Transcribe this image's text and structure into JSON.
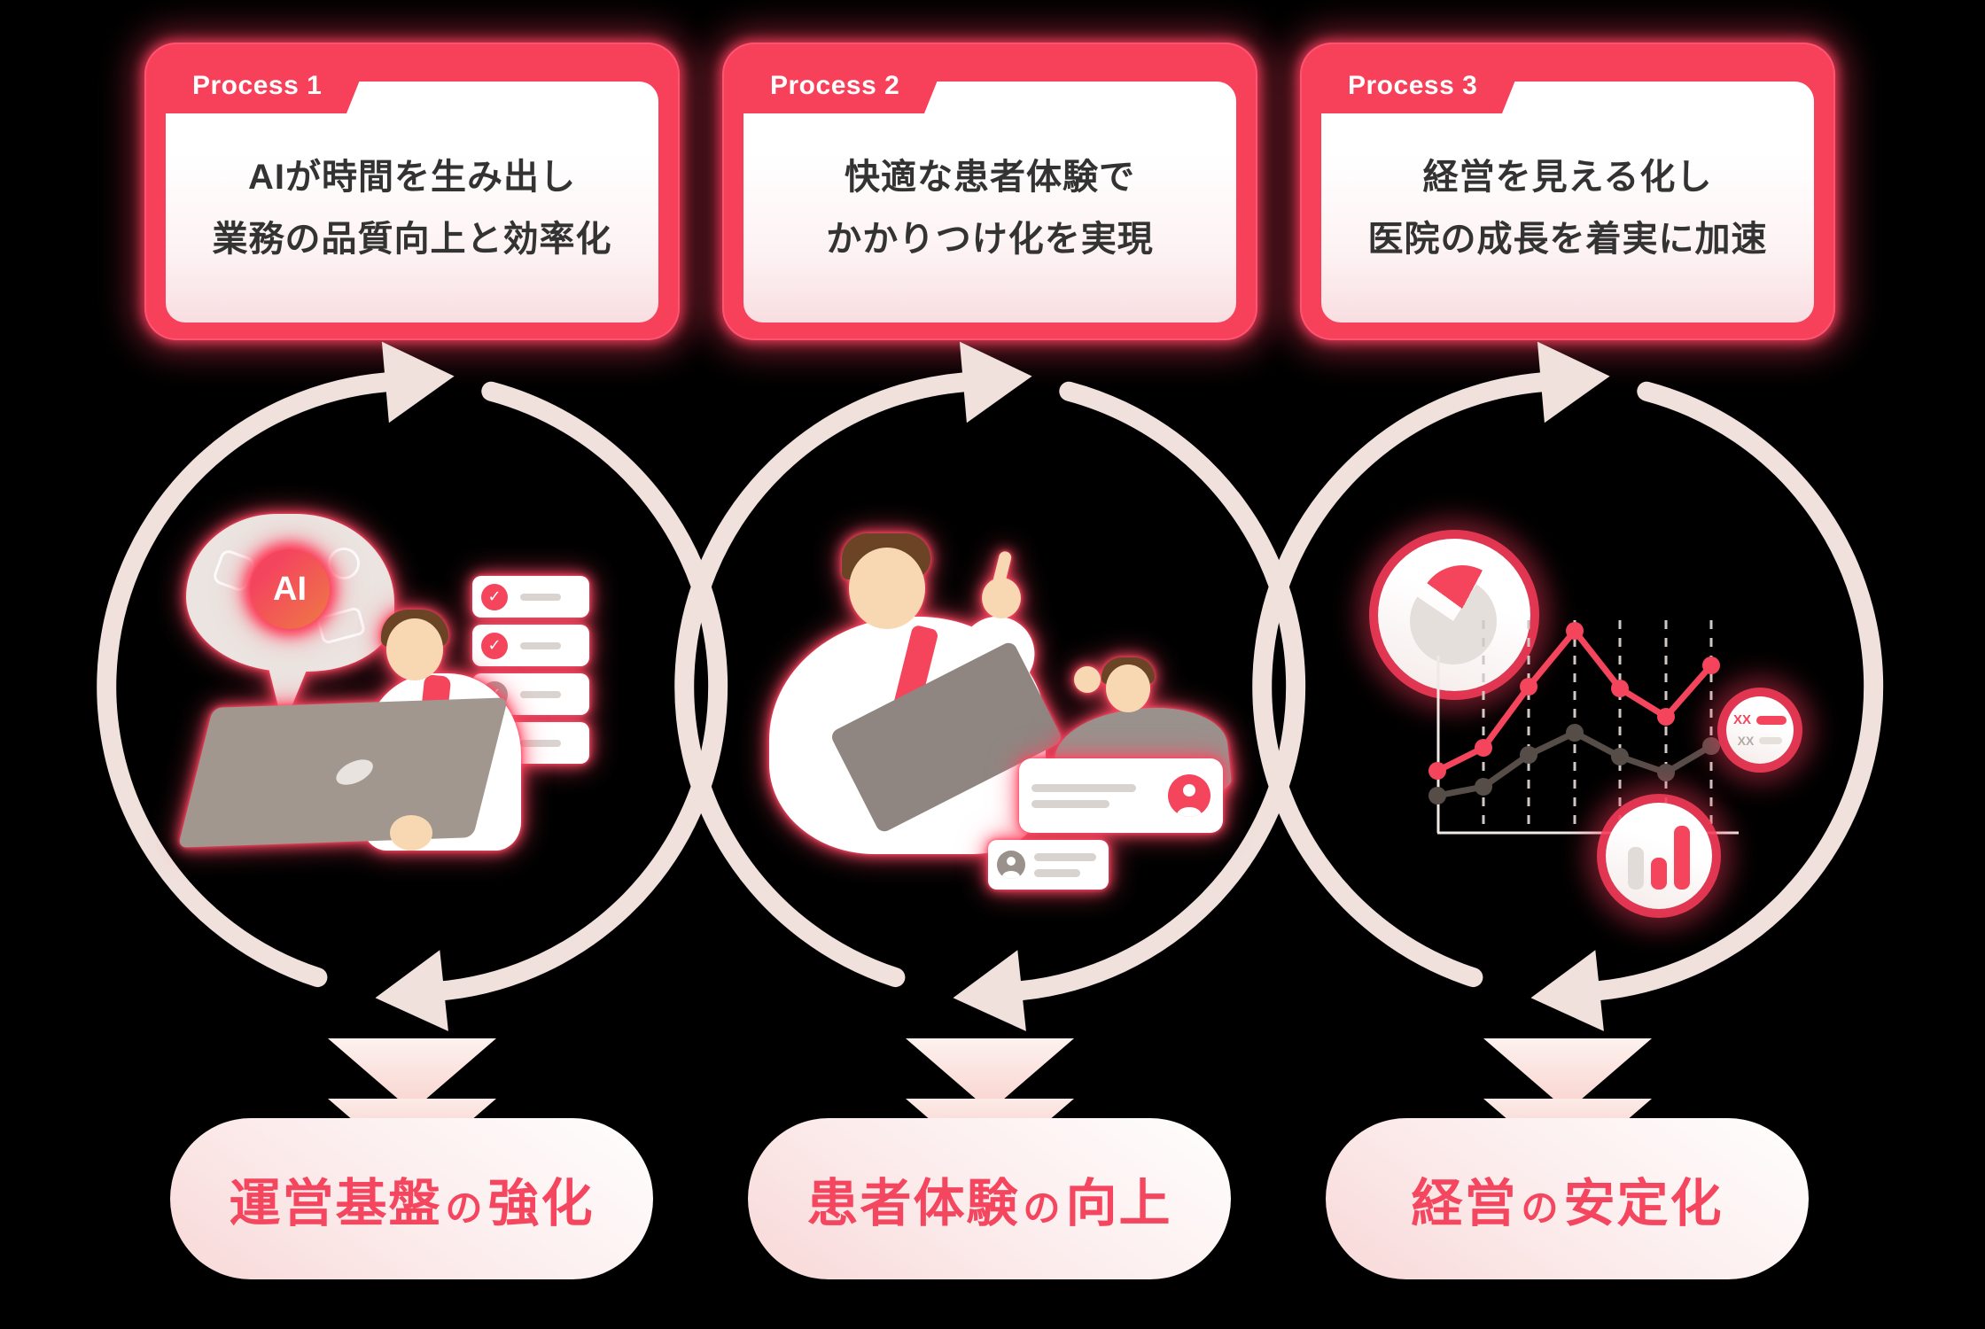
{
  "columns": [
    {
      "process_label": "Process 1",
      "line1": "AIが時間を生み出し",
      "line2": "業務の品質向上と効率化",
      "result": {
        "pre": "運営基盤",
        "particle": "の",
        "post": "強化"
      }
    },
    {
      "process_label": "Process 2",
      "line1": "快適な患者体験で",
      "line2": "かかりつけ化を実現",
      "result": {
        "pre": "患者体験",
        "particle": "の",
        "post": "向上"
      }
    },
    {
      "process_label": "Process 3",
      "line1": "経営を見える化し",
      "line2": "医院の成長を着実に加速",
      "result": {
        "pre": "経営",
        "particle": "の",
        "post": "安定化"
      }
    }
  ],
  "illustration": {
    "ai_badge": "AI",
    "checkmark": "✓",
    "checklist_states": [
      "red",
      "red",
      "gray",
      "gray"
    ],
    "legend": {
      "row1_label": "XX",
      "row2_label": "XX"
    },
    "line_chart": {
      "x": [
        0,
        52,
        103,
        155,
        206,
        258,
        309
      ],
      "grid_x": [
        52,
        103,
        155,
        206,
        258,
        309
      ],
      "series": [
        {
          "name": "red-line",
          "color": "#f4455d",
          "y": [
            170,
            144,
            75,
            12,
            77,
            109,
            51
          ]
        },
        {
          "name": "dark-line",
          "color": "#564d49",
          "y": [
            198,
            188,
            152,
            127,
            154,
            172,
            142
          ]
        }
      ]
    },
    "bars": [
      {
        "color": "#e2dcd8",
        "h": 48
      },
      {
        "color": "#f4455d",
        "h": 36
      },
      {
        "color": "#f4455d",
        "h": 72
      }
    ]
  },
  "colors": {
    "accent_red": "#f7415a",
    "pill_text": "#f5465f",
    "card_text": "#333333",
    "cycle_arrow": "#f0e1dd",
    "check_red": "#f4455d",
    "check_gray": "#a59c97"
  }
}
